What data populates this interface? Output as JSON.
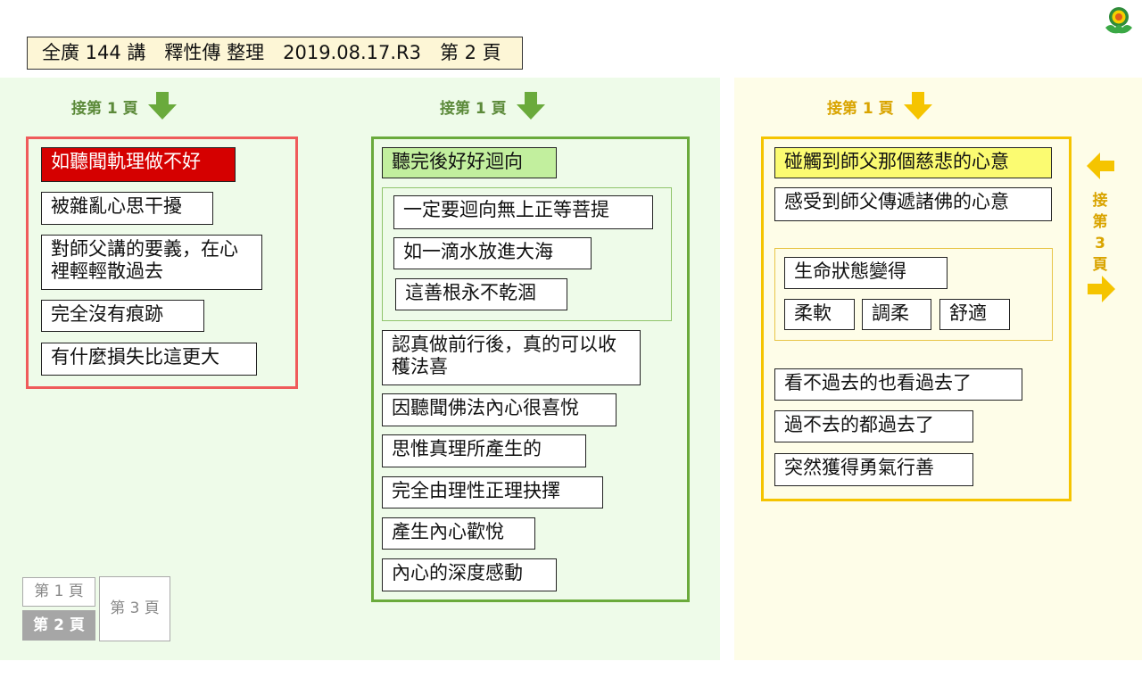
{
  "header": {
    "title": "全廣 144 講　釋性傳 整理　2019.08.17.R3　第 2 頁"
  },
  "colors": {
    "green_bg": "#eefbe9",
    "yellow_bg": "#fefde8",
    "red_frame": "#ef5b5b",
    "green_frame": "#6aaa3c",
    "gold_frame": "#f5c400",
    "red_highlight": "#d50000",
    "green_highlight": "#c2ef9e",
    "yellow_highlight": "#fbfb71"
  },
  "continuation": {
    "left": "接第 1 頁",
    "middle": "接第 1 頁",
    "right": "接第 1 頁",
    "next_chars": [
      "接",
      "第",
      "3",
      "頁"
    ]
  },
  "left_column": {
    "heading": "如聽聞軌理做不好",
    "items": [
      "被雜亂心思干擾",
      "對師父講的要義，在心裡輕輕散過去",
      "完全沒有痕跡",
      "有什麼損失比這更大"
    ]
  },
  "middle_column": {
    "heading": "聽完後好好迴向",
    "group_items": [
      "一定要迴向無上正等菩提",
      "如一滴水放進大海",
      "這善根永不乾涸"
    ],
    "items": [
      "認真做前行後，真的可以收穫法喜",
      "因聽聞佛法內心很喜悅",
      "思惟真理所產生的",
      "完全由理性正理抉擇",
      "產生內心歡悅",
      "內心的深度感動"
    ]
  },
  "right_column": {
    "heading": "碰觸到師父那個慈悲的心意",
    "item1": "感受到師父傳遞諸佛的心意",
    "group_title": "生命狀態變得",
    "group_items": [
      "柔軟",
      "調柔",
      "舒適"
    ],
    "items": [
      "看不過去的也看過去了",
      "過不去的都過去了",
      "突然獲得勇氣行善"
    ]
  },
  "page_nav": {
    "page1": "第 1 頁",
    "page2": "第 2 頁",
    "page3": "第 3 頁"
  }
}
